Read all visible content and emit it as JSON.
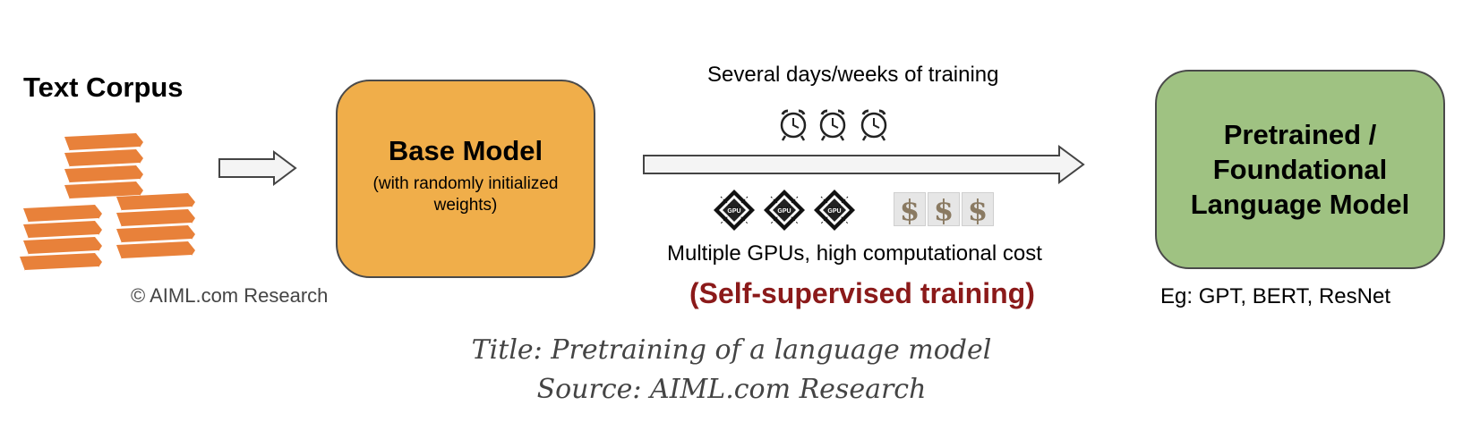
{
  "corpus": {
    "title": "Text Corpus",
    "copyright": "© AIML.com Research"
  },
  "base_model": {
    "title": "Base Model",
    "subtitle": "(with randomly initialized weights)"
  },
  "training": {
    "time_label": "Several days/weeks of training",
    "gpu_label": "Multiple GPUs, high computational cost",
    "method_label": "(Self-supervised training)",
    "gpu_chip_text": "GPU",
    "dollar_symbol": "$"
  },
  "foundation_model": {
    "title": "Pretrained / Foundational Language Model",
    "examples": "Eg: GPT, BERT, ResNet"
  },
  "caption": {
    "title": "Title: Pretraining of a language model",
    "source": "Source: AIML.com Research"
  },
  "colors": {
    "book": "#e8813a",
    "base_box": "#f0ae4a",
    "foundation_box": "#9fc282",
    "method_text": "#8b1a1a"
  }
}
